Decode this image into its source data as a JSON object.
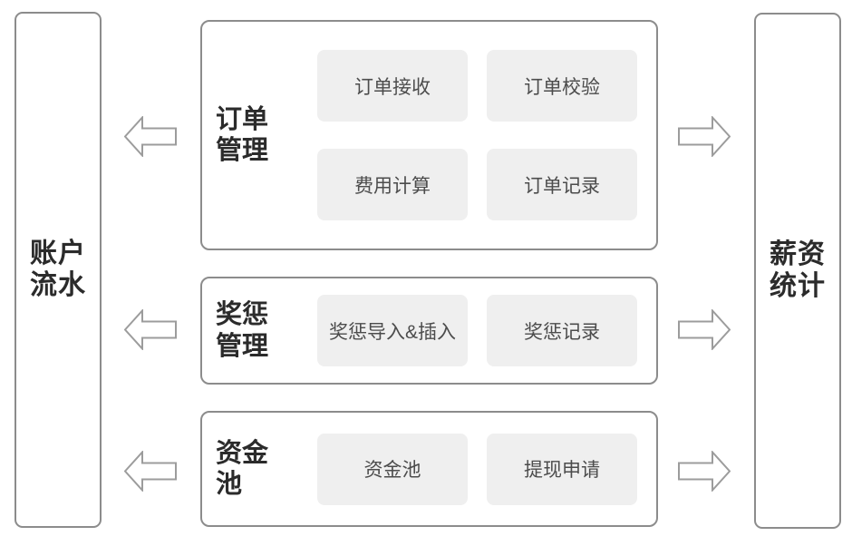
{
  "colors": {
    "background": "#ffffff",
    "box_border": "#8c8c8c",
    "chip_background": "#efefef",
    "chip_text": "#4c4c4c",
    "title_text": "#2b2b2b",
    "arrow_stroke": "#9c9c9c",
    "arrow_fill": "#ffffff"
  },
  "left_panel": {
    "title": "账户流水",
    "lines": [
      "账户",
      "流水"
    ]
  },
  "right_panel": {
    "title": "薪资统计",
    "lines": [
      "薪资",
      "统计"
    ]
  },
  "groups": [
    {
      "title": "订单管理",
      "title_lines": [
        "订单",
        "管理"
      ],
      "items": [
        "订单接收",
        "订单校验",
        "费用计算",
        "订单记录"
      ]
    },
    {
      "title": "奖惩管理",
      "title_lines": [
        "奖惩",
        "管理"
      ],
      "items": [
        "奖惩导入&插入",
        "奖惩记录"
      ]
    },
    {
      "title": "资金池",
      "title_lines": [
        "资金",
        "池"
      ],
      "items": [
        "资金池",
        "提现申请"
      ]
    }
  ],
  "arrows": {
    "left_direction": "left",
    "right_direction": "right",
    "rows": 3
  }
}
